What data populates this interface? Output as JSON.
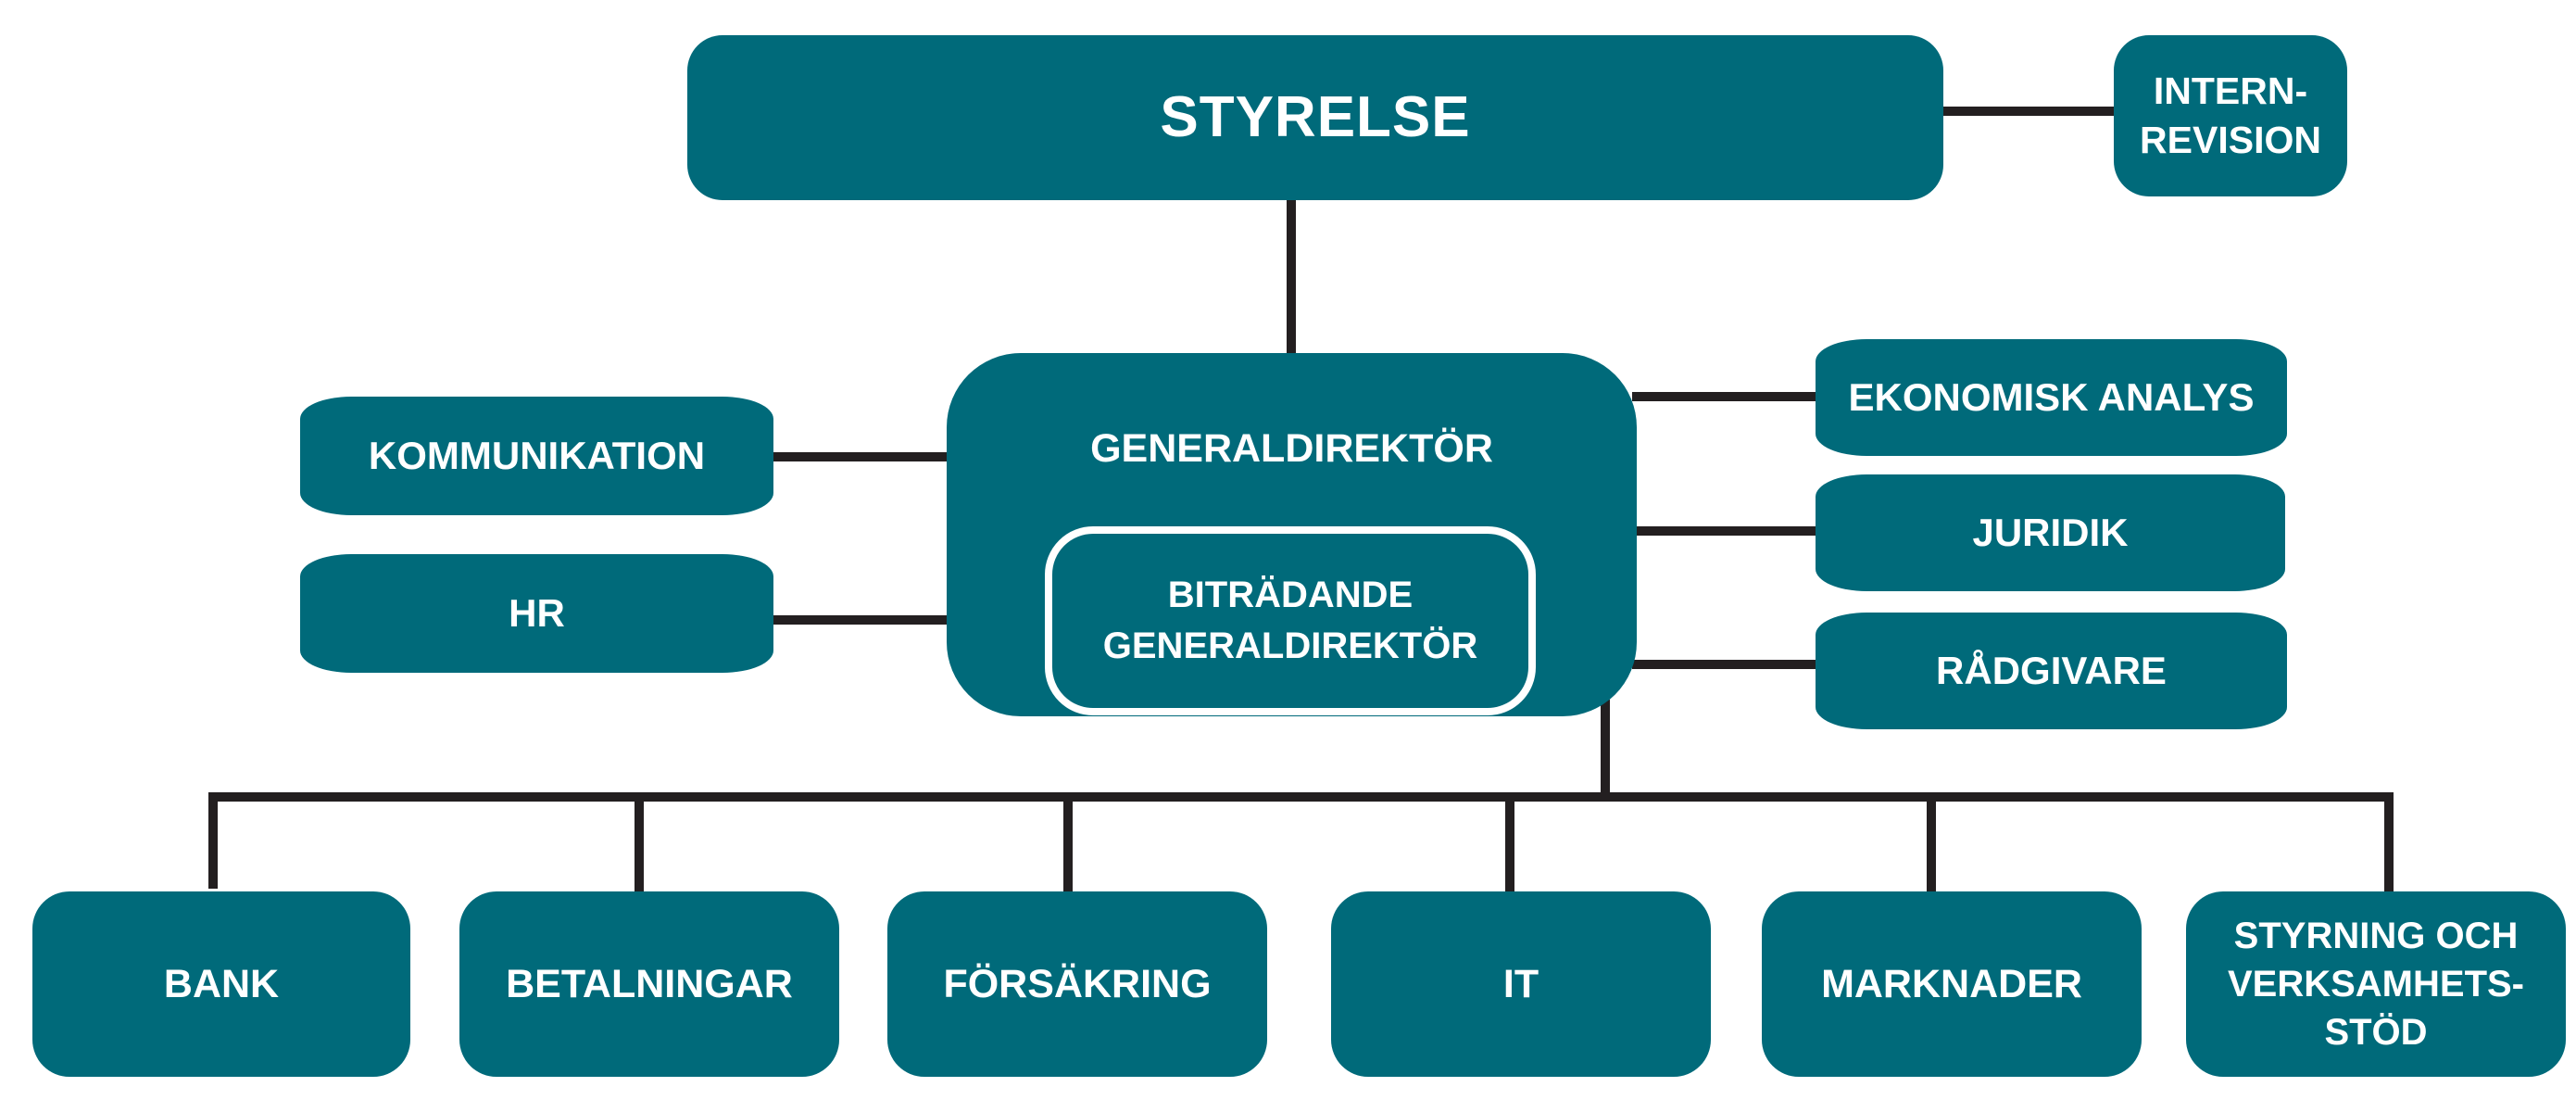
{
  "org_chart": {
    "board": "STYRELSE",
    "internal_audit": [
      "INTERN-",
      "REVISION"
    ],
    "director_general": "GENERALDIREKTÖR",
    "deputy_director_general": [
      "BITRÄDANDE",
      "GENERALDIREKTÖR"
    ],
    "staff_left": {
      "communication": "KOMMUNIKATION",
      "hr": "HR"
    },
    "staff_right": {
      "economic_analysis": "EKONOMISK ANALYS",
      "legal": "JURIDIK",
      "advisers": "RÅDGIVARE"
    },
    "departments": {
      "bank": "BANK",
      "payments": "BETALNINGAR",
      "insurance": "FÖRSÄKRING",
      "it": "IT",
      "markets": "MARKNADER",
      "governance": [
        "STYRNING OCH",
        "VERKSAMHETS-",
        "STÖD"
      ]
    }
  },
  "colors": {
    "box_fill": "#006a7a",
    "text": "#ffffff",
    "connector": "#231f20",
    "background": "#ffffff"
  }
}
